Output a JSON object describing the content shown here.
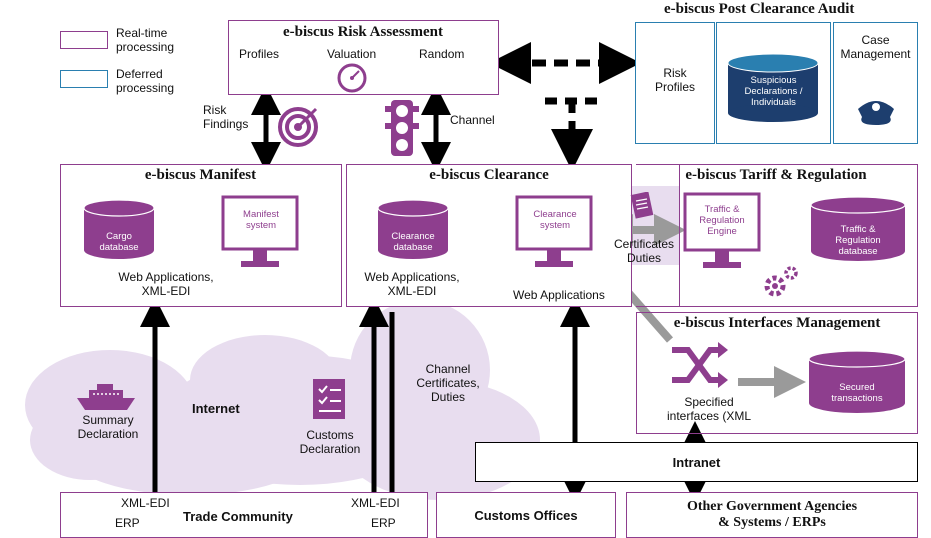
{
  "legend": {
    "realtime": "Real-time\nprocessing",
    "deferred": "Deferred\nprocessing"
  },
  "risk": {
    "title": "e-biscus Risk Assessment",
    "profiles": "Profiles",
    "valuation": "Valuation",
    "random": "Random"
  },
  "audit": {
    "title": "e-biscus Post Clearance Audit",
    "risk_profiles": "Risk\nProfiles",
    "suspicious": "Suspicious\nDeclarations /\nIndividuals",
    "case": "Case\nManagement"
  },
  "links": {
    "risk_findings": "Risk\nFindings",
    "channel": "Channel"
  },
  "manifest": {
    "title": "e-biscus Manifest",
    "cargo": "Cargo\ndatabase",
    "system": "Manifest\nsystem",
    "web": "Web Applications,\nXML-EDI"
  },
  "clearance": {
    "title": "e-biscus Clearance",
    "db": "Clearance\ndatabase",
    "system": "Clearance\nsystem",
    "web1": "Web Applications,\nXML-EDI",
    "web2": "Web Applications"
  },
  "certs": "Certificates\nDuties",
  "tariff": {
    "title": "e-biscus Tariff & Regulation",
    "engine": "Traffic &\nRegulation\nEngine",
    "db": "Traffic &\nRegulation\ndatabase"
  },
  "interfaces": {
    "title": "e-biscus Interfaces Management",
    "specified": "Specified\ninterfaces (XML",
    "secured": "Secured\ntransactions"
  },
  "cloud": {
    "internet": "Internet",
    "summary": "Summary\nDeclaration",
    "customs_decl": "Customs\nDeclaration",
    "channel_certs": "Channel\nCertificates,\nDuties"
  },
  "intranet": "Intranet",
  "bottom": {
    "trade": "Trade Community",
    "xml1": "XML-EDI",
    "erp1": "ERP",
    "xml2": "XML-EDI",
    "erp2": "ERP",
    "customs": "Customs Offices",
    "oga": "Other Government Agencies\n& Systems / ERPs"
  },
  "colors": {
    "purple": "#8e3e8e",
    "blue": "#2a7fb0",
    "cloud": "#e8ddef",
    "navy": "#1d3e6e",
    "arrow_gray": "#9a9a9a"
  }
}
